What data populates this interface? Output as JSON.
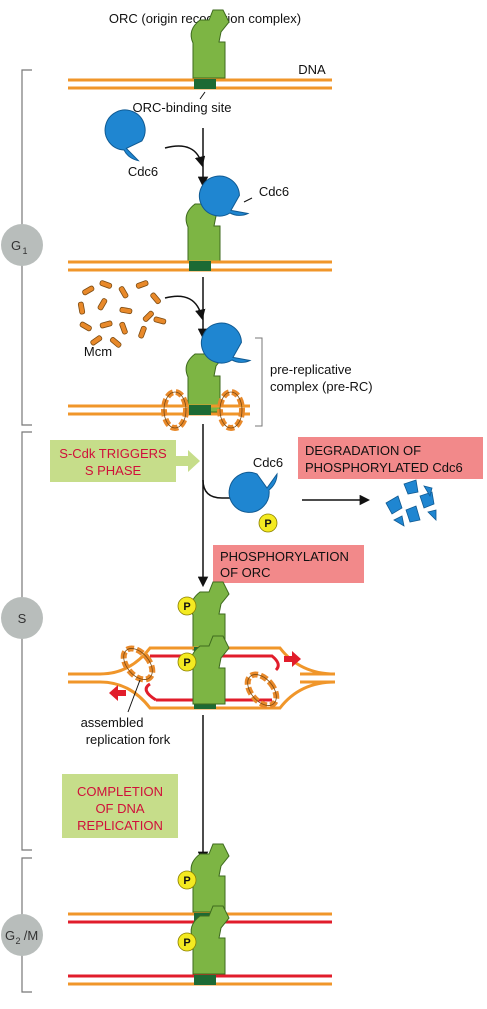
{
  "labels": {
    "orc": "ORC (origin recognition complex)",
    "dna": "DNA",
    "orc_binding_site": "ORC-binding site",
    "cdc6_a": "Cdc6",
    "cdc6_b": "Cdc6",
    "cdc6_c": "Cdc6",
    "mcm": "Mcm",
    "pre_rc_line1": "pre-replicative",
    "pre_rc_line2": "complex (pre-RC)",
    "fork_line1": "assembled",
    "fork_line2": "replication fork",
    "p": "P"
  },
  "phases": {
    "g1": "G",
    "g1_sub": "1",
    "s": "S",
    "g2m_a": "G",
    "g2m_sub": "2",
    "g2m_b": "/M"
  },
  "boxes": {
    "s_cdk_line1": "S-Cdk TRIGGERS",
    "s_cdk_line2": "S PHASE",
    "degradation_line1": "DEGRADATION OF",
    "degradation_line2": "PHOSPHORYLATED Cdc6",
    "phosphorylation_line1": "PHOSPHORYLATION",
    "phosphorylation_line2": "OF ORC",
    "completion_line1": "COMPLETION",
    "completion_line2": "OF DNA",
    "completion_line3": "REPLICATION"
  },
  "colors": {
    "orc_green": "#7db544",
    "cdc6_blue": "#1f86d1",
    "mcm_orange": "#e8892a",
    "dna_orange": "#f0962a",
    "new_strand_red": "#e11d2b",
    "binding_site": "#1d6a34",
    "phosphate_yellow": "#f4ea21",
    "box_red": "#f2898a",
    "box_green": "#c6dd8a"
  }
}
